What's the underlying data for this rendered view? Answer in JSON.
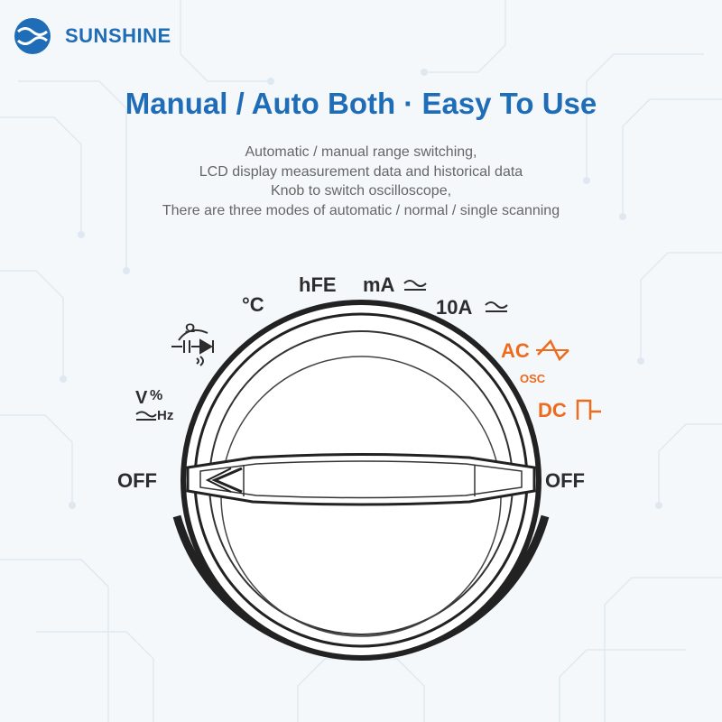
{
  "brand": {
    "name": "SUNSHINE"
  },
  "headline": "Manual / Auto Both · Easy To Use",
  "description": [
    "Automatic / manual range switching,",
    "LCD display measurement data and historical data",
    "Knob to switch oscilloscope,",
    "There are three modes of automatic / normal / single scanning"
  ],
  "dial": {
    "off_left": "OFF",
    "off_right": "OFF",
    "volt": "V",
    "percent": "%",
    "hz": "Hz",
    "ohm": "Ω",
    "celsius": "°C",
    "hfe": "hFE",
    "ma": "mA",
    "ten_a": "10A",
    "ac": "AC",
    "osc": "OSC",
    "dc": "DC"
  },
  "colors": {
    "brand": "#1f6db6",
    "accent": "#ee6a1d",
    "ink": "#2d2d2d"
  }
}
